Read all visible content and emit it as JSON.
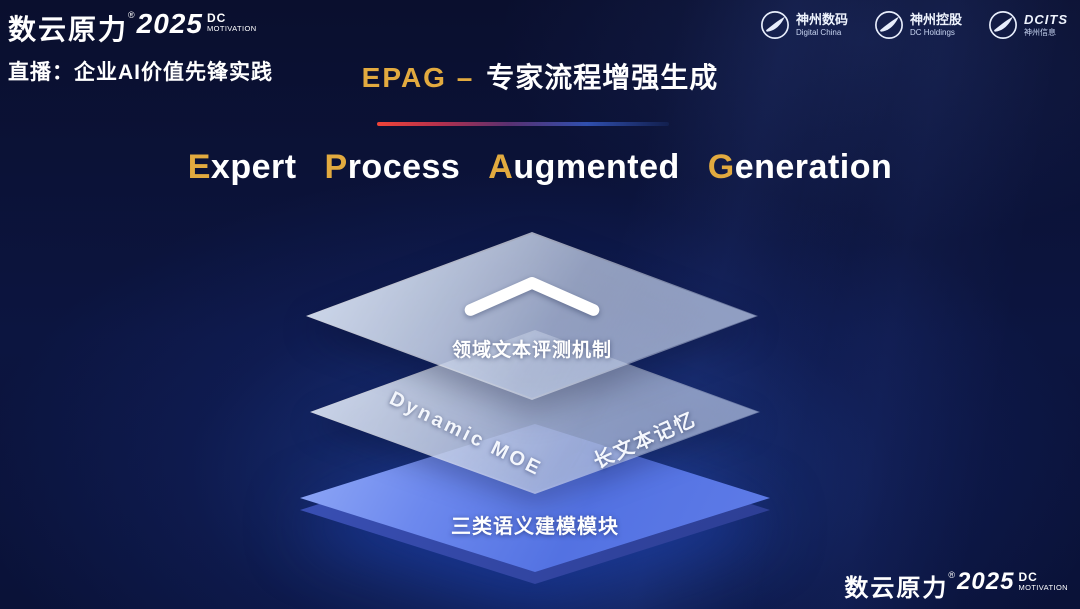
{
  "header": {
    "brand": {
      "name": "数云原力",
      "reg": "®",
      "year": "2025",
      "tag_line1": "DC",
      "tag_line2": "MOTIVATION"
    },
    "live_label": "直播：企业AI价值先锋实践",
    "logos": [
      {
        "primary": "神州数码",
        "secondary": "Digital China"
      },
      {
        "primary": "神州控股",
        "secondary": "DC Holdings"
      },
      {
        "primary": "DCITS",
        "secondary": "神州信息"
      }
    ]
  },
  "title": {
    "highlight": "EPAG –",
    "rest": "专家流程增强生成"
  },
  "subtitle": {
    "words": [
      {
        "initial": "E",
        "rest": "xpert"
      },
      {
        "initial": "P",
        "rest": "rocess"
      },
      {
        "initial": "A",
        "rest": "ugmented"
      },
      {
        "initial": "G",
        "rest": "eneration"
      }
    ]
  },
  "diagram": {
    "layers": {
      "top": {
        "label": "领域文本评测机制"
      },
      "middle": {
        "left_label": "Dynamic MOE",
        "right_label": "长文本记忆"
      },
      "bottom": {
        "label": "三类语义建模模块"
      }
    }
  },
  "footer": {
    "brand": {
      "name": "数云原力",
      "reg": "®",
      "year": "2025",
      "tag_line1": "DC",
      "tag_line2": "MOTIVATION"
    }
  },
  "colors": {
    "gold": "#e2aa3f",
    "background": "#0a1238",
    "glow_blue": "#2757c8",
    "plate_blue": "#5d7ce8"
  }
}
